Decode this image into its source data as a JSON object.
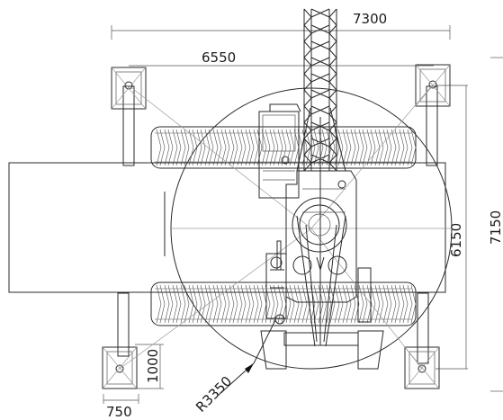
{
  "drawing": {
    "dimensions": {
      "overall_width": "7300",
      "outrigger_span": "6550",
      "outrigger_length": "6150",
      "overall_length": "7150",
      "pad_length": "1000",
      "pad_width": "750",
      "swing_radius": "R3350"
    }
  }
}
